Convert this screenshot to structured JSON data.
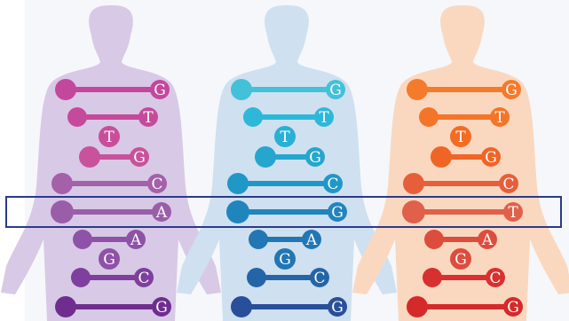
{
  "figures": [
    {
      "id": "left",
      "silhouette_color": "#d8c9e6",
      "bars": [
        {
          "letter": "G",
          "color": "#c4479e"
        },
        {
          "letter": "T",
          "color": "#c64a9c"
        },
        {
          "letter": "T",
          "color": "#c84e9c",
          "extra_letter": "T"
        },
        {
          "letter": "G",
          "color": "#c8529c"
        },
        {
          "letter": "C",
          "color": "#a460a8"
        },
        {
          "letter": "A",
          "color": "#9a5ea9"
        },
        {
          "letter": "A",
          "color": "#8e52a6",
          "extra_letter": "G"
        },
        {
          "letter": "C",
          "color": "#7e3f9e"
        },
        {
          "letter": "G",
          "color": "#6f2e8f"
        }
      ]
    },
    {
      "id": "middle",
      "silhouette_color": "#cfe0f0",
      "bars": [
        {
          "letter": "G",
          "color": "#43c1d8"
        },
        {
          "letter": "T",
          "color": "#2db8d9"
        },
        {
          "letter": "T",
          "color": "#28b0d5",
          "extra_letter": "T"
        },
        {
          "letter": "G",
          "color": "#24a6cf"
        },
        {
          "letter": "C",
          "color": "#1f98c8"
        },
        {
          "letter": "G",
          "color": "#2185bd"
        },
        {
          "letter": "A",
          "color": "#2276b4",
          "extra_letter": "G"
        },
        {
          "letter": "C",
          "color": "#2465a8"
        },
        {
          "letter": "G",
          "color": "#2a4f9a"
        }
      ]
    },
    {
      "id": "right",
      "silhouette_color": "#fad8c0",
      "bars": [
        {
          "letter": "G",
          "color": "#f47a2c"
        },
        {
          "letter": "T",
          "color": "#f47428"
        },
        {
          "letter": "T",
          "color": "#f26c24",
          "extra_letter": "T"
        },
        {
          "letter": "G",
          "color": "#ef6526"
        },
        {
          "letter": "C",
          "color": "#e75f3a"
        },
        {
          "letter": "T",
          "color": "#e0604a"
        },
        {
          "letter": "A",
          "color": "#dc4d3e",
          "extra_letter": "G"
        },
        {
          "letter": "C",
          "color": "#d83030"
        },
        {
          "letter": "G",
          "color": "#d42a2a"
        }
      ]
    }
  ],
  "highlight": {
    "bar_index": 5,
    "stroke": "#2a3a8a"
  },
  "background": "#f6f7fa"
}
